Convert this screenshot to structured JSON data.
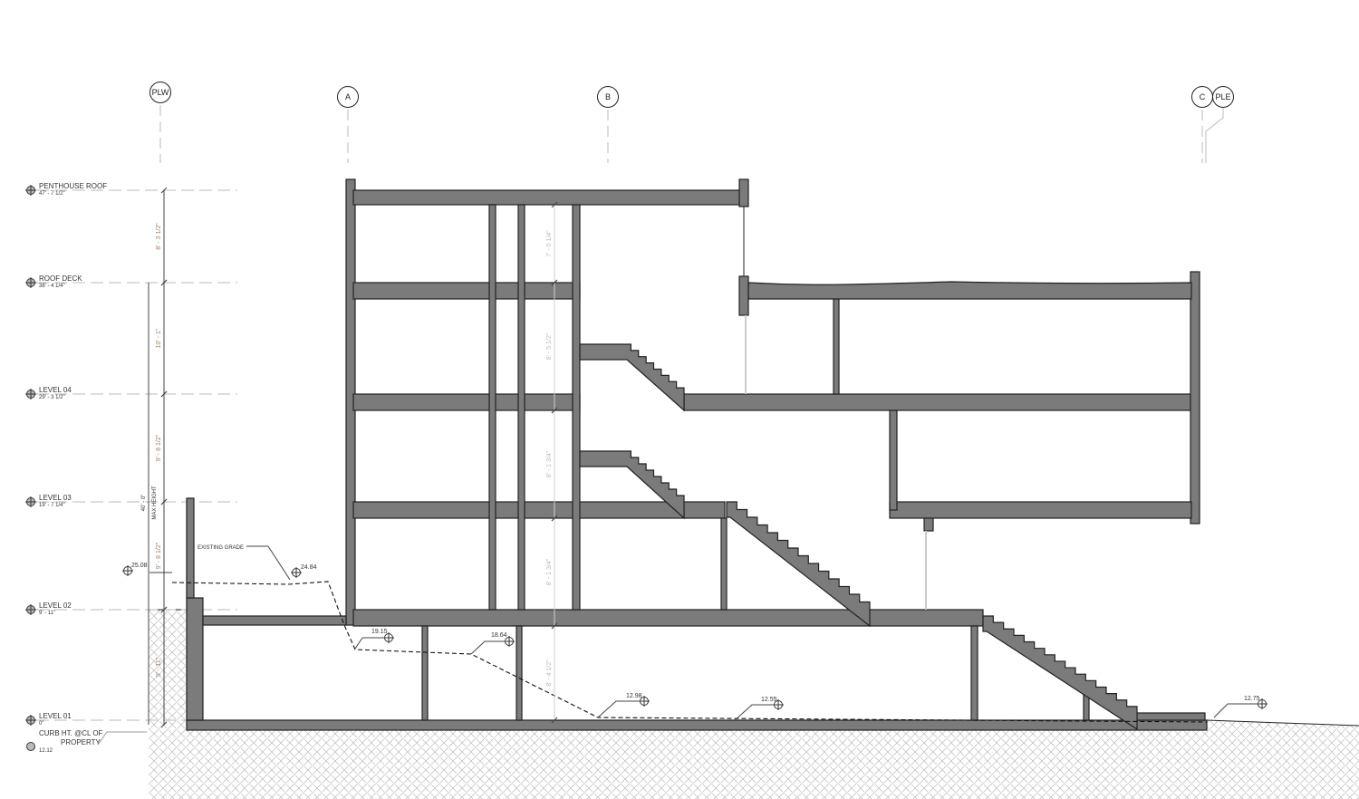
{
  "grid_bubbles": [
    "PLW",
    "A",
    "B",
    "C",
    "PLE"
  ],
  "levels": [
    {
      "name": "PENTHOUSE ROOF",
      "elev": "47' - 7 1/2\""
    },
    {
      "name": "ROOF DECK",
      "elev": "38' - 4 1/4\""
    },
    {
      "name": "LEVEL 04",
      "elev": "29' - 3 1/2\""
    },
    {
      "name": "LEVEL 03",
      "elev": "19' - 7 1/4\""
    },
    {
      "name": "LEVEL 02",
      "elev": "9' - 11\""
    },
    {
      "name": "LEVEL 01",
      "elev": "0\""
    }
  ],
  "curb": {
    "line1": "CURB HT. @CL OF",
    "line2": "PROPERTY",
    "elev": "12.12"
  },
  "left_dims": [
    "8' - 3 1/2\"",
    "10' - 1\"",
    "9' - 8 1/2\"",
    "9' - 8 1/2\"",
    "9' - 11\""
  ],
  "overall_dim": {
    "value": "40' - 0\"",
    "note": "MAX HEIGHT"
  },
  "center_dims": [
    "7' - 0 1/4\"",
    "8' - 5 1/2\"",
    "8' - 1 3/4\"",
    "8' - 1 3/4\"",
    "8' - 4 1/2\""
  ],
  "existing_grade_label": "EXISTING GRADE",
  "spot_elevations": [
    "25.08",
    "24.84",
    "19.15",
    "18.64",
    "12.98",
    "12.55",
    "12.75"
  ],
  "colors": {
    "structure": "#7b7b7b",
    "outline": "#222222"
  }
}
